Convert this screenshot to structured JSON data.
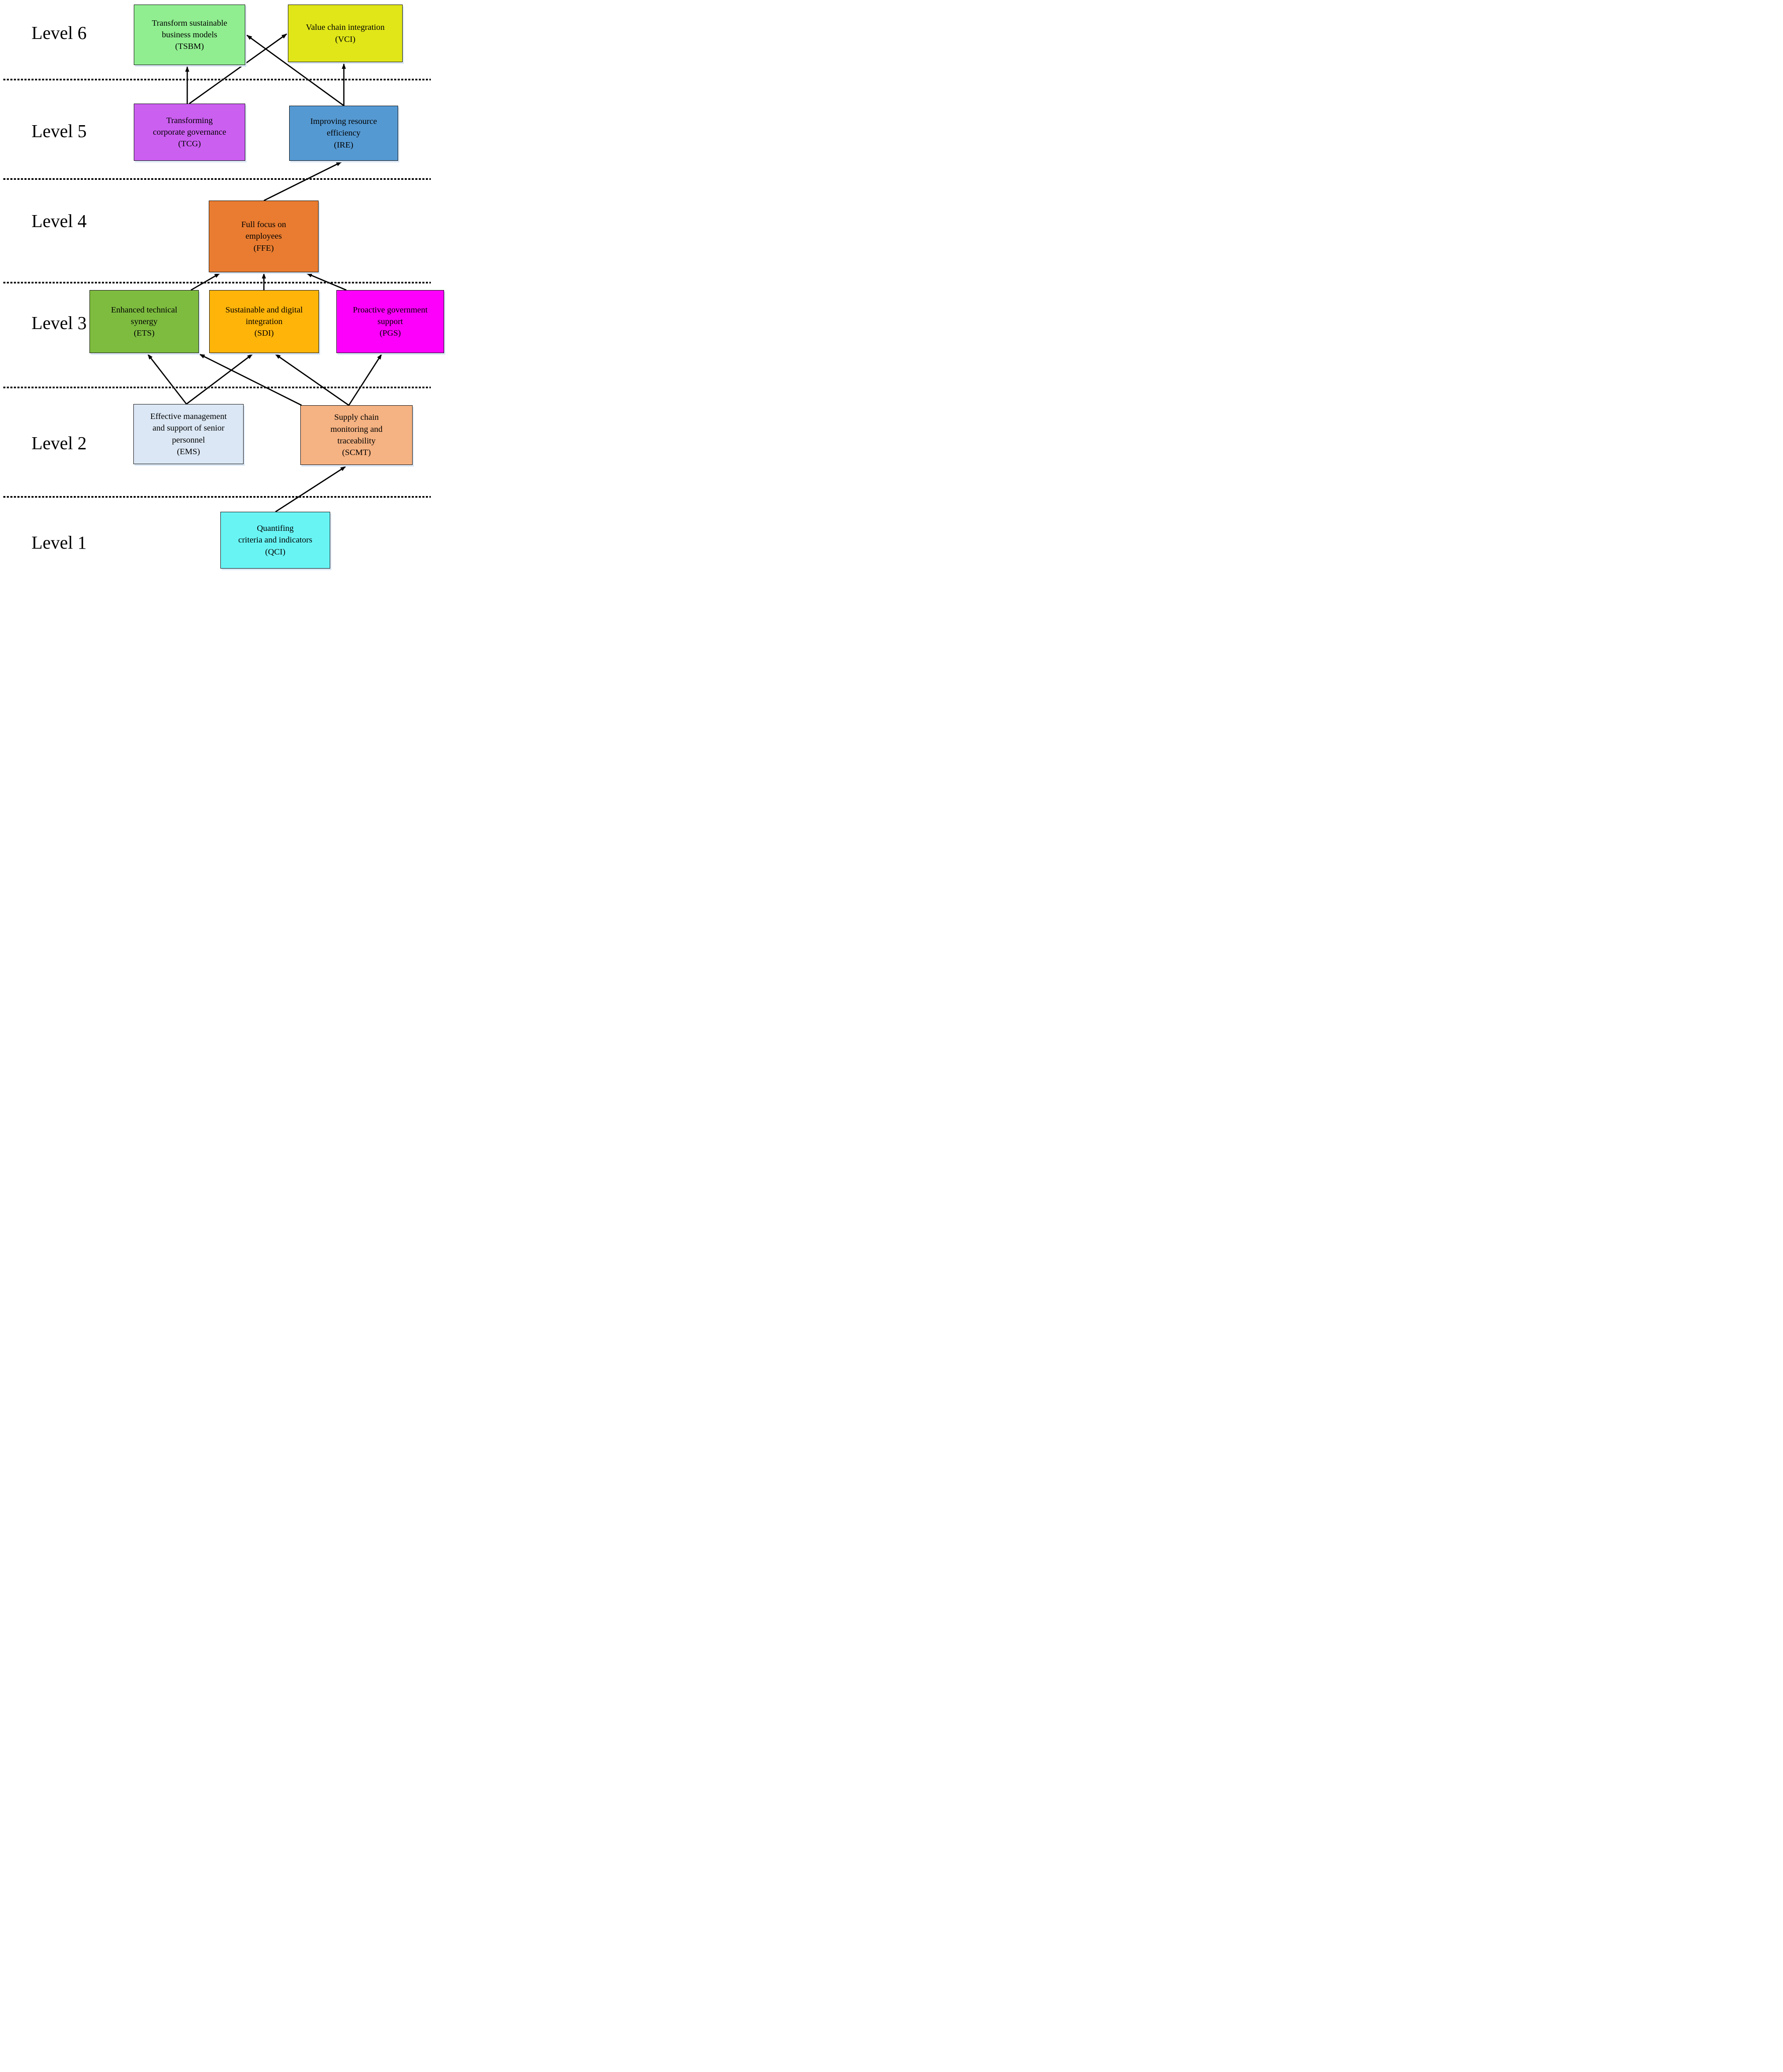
{
  "diagram_type": "interpretive-structural-model-hierarchy",
  "colors": {
    "background": "#FFFFFF",
    "line": "#000000",
    "text": "#000000"
  },
  "levels": [
    {
      "label": "Level 6"
    },
    {
      "label": "Level 5"
    },
    {
      "label": "Level 4"
    },
    {
      "label": "Level 3"
    },
    {
      "label": "Level 2"
    },
    {
      "label": "Level 1"
    }
  ],
  "boxes": {
    "tsbm": {
      "abbr": "TSBM",
      "text": "Transform sustainable\nbusiness models\n(TSBM)",
      "color": "#90EE90",
      "level": 6
    },
    "vci": {
      "abbr": "VCI",
      "text": "Value chain integration\n(VCI)",
      "color": "#E0E618",
      "level": 6
    },
    "tcg": {
      "abbr": "TCG",
      "text": "Transforming\ncorporate governance\n(TCG)",
      "color": "#CB5FF0",
      "level": 5
    },
    "ire": {
      "abbr": "IRE",
      "text": "Improving resource\nefficiency\n(IRE)",
      "color": "#5599D2",
      "level": 5
    },
    "ffe": {
      "abbr": "FFE",
      "text": "Full focus on\nemployees\n(FFE)",
      "color": "#E97C30",
      "level": 4
    },
    "ets": {
      "abbr": "ETS",
      "text": "Enhanced technical\nsynergy\n(ETS)",
      "color": "#7EBC40",
      "level": 3
    },
    "sdi": {
      "abbr": "SDI",
      "text": "Sustainable and digital\nintegration\n(SDI)",
      "color": "#FFB40A",
      "level": 3
    },
    "pgs": {
      "abbr": "PGS",
      "text": "Proactive government\nsupport\n(PGS)",
      "color": "#FC00FC",
      "level": 3
    },
    "ems": {
      "abbr": "EMS",
      "text": "Effective management\nand support of senior\npersonnel\n(EMS)",
      "color": "#DBE7F4",
      "level": 2
    },
    "scmt": {
      "abbr": "SCMT",
      "text": "Supply chain\nmonitoring and\ntraceability\n(SCMT)",
      "color": "#F5B282",
      "level": 2
    },
    "qci": {
      "abbr": "QCI",
      "text": "Quantifing\ncriteria and indicators\n(QCI)",
      "color": "#69F4F4",
      "level": 1
    }
  },
  "arrows": [
    {
      "from": "TCG",
      "to": "TSBM"
    },
    {
      "from": "TCG",
      "to": "VCI"
    },
    {
      "from": "IRE",
      "to": "VCI"
    },
    {
      "from": "IRE",
      "to": "TSBM"
    },
    {
      "from": "FFE",
      "to": "IRE"
    },
    {
      "from": "ETS",
      "to": "FFE"
    },
    {
      "from": "SDI",
      "to": "FFE"
    },
    {
      "from": "PGS",
      "to": "FFE"
    },
    {
      "from": "EMS",
      "to": "ETS"
    },
    {
      "from": "EMS",
      "to": "SDI"
    },
    {
      "from": "SCMT",
      "to": "ETS"
    },
    {
      "from": "SCMT",
      "to": "SDI"
    },
    {
      "from": "SCMT",
      "to": "PGS"
    },
    {
      "from": "QCI",
      "to": "SCMT"
    }
  ]
}
